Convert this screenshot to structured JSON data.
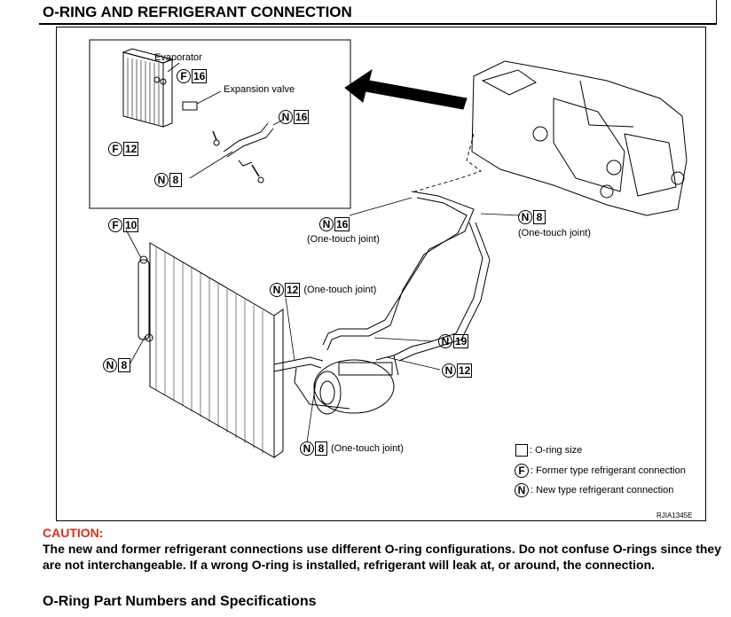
{
  "header": {
    "title": "O-RING AND REFRIGERANT CONNECTION"
  },
  "figure": {
    "inset_labels": {
      "evaporator": "Evaporator",
      "expansion_valve": "Expansion valve"
    },
    "badges": {
      "f16": {
        "type": "F",
        "size": "16",
        "note": ""
      },
      "f12": {
        "type": "F",
        "size": "12",
        "note": ""
      },
      "n16_inset": {
        "type": "N",
        "size": "16",
        "note": ""
      },
      "n8_inset": {
        "type": "N",
        "size": "8",
        "note": ""
      },
      "f10": {
        "type": "F",
        "size": "10",
        "note": ""
      },
      "n16": {
        "type": "N",
        "size": "16",
        "note": ""
      },
      "n8_top": {
        "type": "N",
        "size": "8",
        "note": ""
      },
      "n12_mid": {
        "type": "N",
        "size": "12",
        "note": "(One-touch joint)"
      },
      "n19": {
        "type": "N",
        "size": "19",
        "note": ""
      },
      "n12_right": {
        "type": "N",
        "size": "12",
        "note": ""
      },
      "n8_left": {
        "type": "N",
        "size": "8",
        "note": ""
      },
      "n8_bottom": {
        "type": "N",
        "size": "8",
        "note": "(One-touch joint)"
      }
    },
    "notes": {
      "n16_joint": "(One-touch joint)",
      "n8_joint": "(One-touch joint)"
    },
    "legend": {
      "oring_size": ": O-ring size",
      "former_letter": "F",
      "former": ": Former type refrigerant connection",
      "new_letter": "N",
      "new": ": New type refrigerant connection"
    },
    "code": "RJIA1345E"
  },
  "caution": {
    "label": "CAUTION:",
    "text": "The new and former refrigerant connections use different O-ring configurations. Do not confuse O-rings since they are not interchangeable. If a wrong O-ring is installed, refrigerant will leak at, or around, the connection."
  },
  "section": {
    "title": "O-Ring Part Numbers and Specifications"
  }
}
